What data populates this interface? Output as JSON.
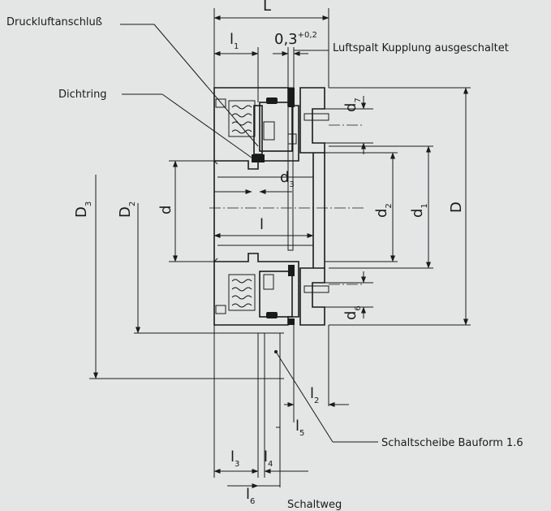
{
  "labels": {
    "air_connection": "Druckluftanschluß",
    "seal_ring": "Dichtring",
    "air_gap": "Luftspalt Kupplung ausgeschaltet",
    "switch_disc": "Schaltscheibe Bauform 1.6",
    "switch_travel": "Schaltweg"
  },
  "dims": {
    "L": "L",
    "l": "l",
    "l1": {
      "base": "l",
      "sub": "1"
    },
    "l2": {
      "base": "l",
      "sub": "2"
    },
    "l3": {
      "base": "l",
      "sub": "3"
    },
    "l4": {
      "base": "l",
      "sub": "4"
    },
    "l5": {
      "base": "l",
      "sub": "5"
    },
    "l6": {
      "base": "l",
      "sub": "6"
    },
    "gap": {
      "base": "0,3",
      "sup": "+0,2"
    },
    "d": "d",
    "d1": {
      "base": "d",
      "sub": "1"
    },
    "d2": {
      "base": "d",
      "sub": "2"
    },
    "d3": {
      "base": "d",
      "sub": "3"
    },
    "d6": {
      "base": "d",
      "sub": "6"
    },
    "d7": {
      "base": "d",
      "sub": "7"
    },
    "D": "D",
    "D2": {
      "base": "D",
      "sub": "2"
    },
    "D3": {
      "base": "D",
      "sub": "3"
    }
  },
  "colors": {
    "background": "#e4e6e6",
    "line": "#1a1a1a",
    "section": "#9a9a9a"
  }
}
